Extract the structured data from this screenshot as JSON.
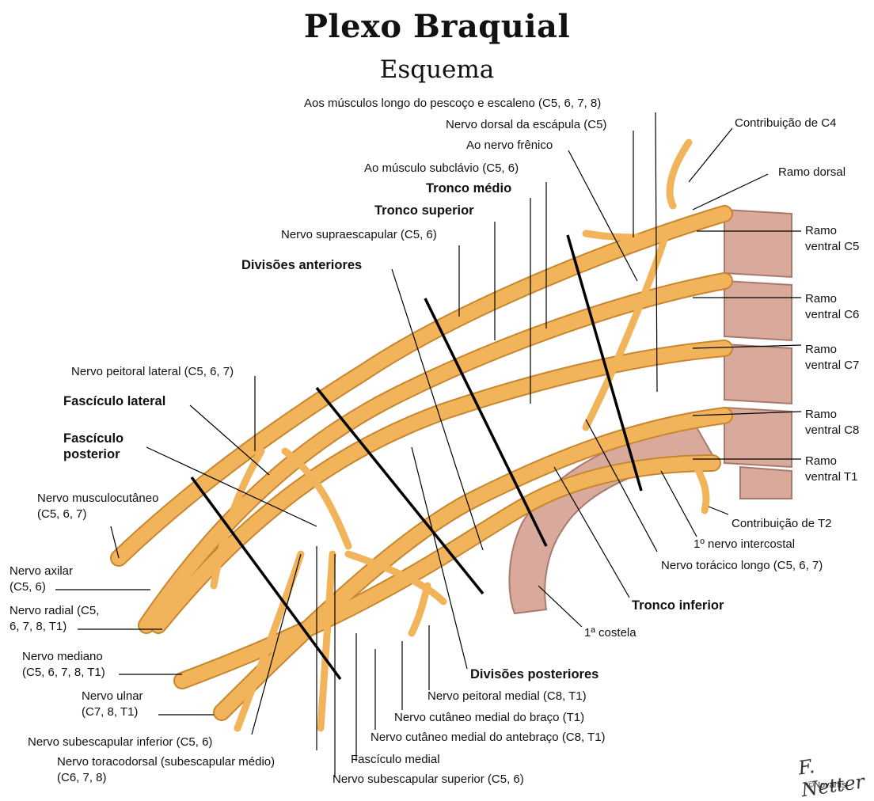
{
  "title": "Plexo Braquial",
  "subtitle": "Esquema",
  "labels": {
    "longo_pescoco": "Aos músculos longo do pescoço e escaleno (C5, 6, 7, 8)",
    "dorsal_escapula": "Nervo dorsal da escápula (C5)",
    "frenico": "Ao nervo frênico",
    "subclavio": "Ao músculo subclávio (C5, 6)",
    "tronco_medio": "Tronco médio",
    "tronco_superior": "Tronco superior",
    "supraescapular": "Nervo supraescapular (C5, 6)",
    "divisoes_anteriores": "Divisões anteriores",
    "peitoral_lateral": "Nervo peitoral lateral (C5, 6, 7)",
    "fasciculo_lateral": "Fascículo lateral",
    "fasciculo_posterior": "Fascículo\nposterior",
    "musculocutaneo": "Nervo musculocutâneo\n(C5, 6, 7)",
    "axilar": "Nervo axilar\n(C5, 6)",
    "radial": "Nervo radial (C5,\n6, 7, 8, T1)",
    "mediano": "Nervo mediano\n(C5, 6, 7, 8, T1)",
    "ulnar": "Nervo ulnar\n(C7, 8, T1)",
    "subescapular_inferior": "Nervo subescapular inferior (C5, 6)",
    "toracodorsal": "Nervo toracodorsal (subescapular médio)\n(C6, 7, 8)",
    "fasciculo_medial": "Fascículo medial",
    "subescapular_superior": "Nervo subescapular superior (C5, 6)",
    "cutaneo_antebraco": "Nervo cutâneo medial do antebraço (C8, T1)",
    "cutaneo_braco": "Nervo cutâneo medial do braço (T1)",
    "peitoral_medial": "Nervo peitoral medial (C8, T1)",
    "divisoes_posteriores": "Divisões posteriores",
    "primeira_costela": "1ª costela",
    "tronco_inferior": "Tronco inferior",
    "toracico_longo": "Nervo torácico longo (C5, 6, 7)",
    "primeiro_intercostal": "1º nervo intercostal",
    "contribuicao_t2": "Contribuição de T2",
    "contribuicao_c4": "Contribuição de C4",
    "ramo_dorsal": "Ramo dorsal",
    "ramo_c5": "Ramo\nventral C5",
    "ramo_c6": "Ramo\nventral C6",
    "ramo_c7": "Ramo\nventral C7",
    "ramo_c8": "Ramo\nventral C8",
    "ramo_t1": "Ramo\nventral T1"
  },
  "signature": "F. Netter",
  "copyright": "©Novartis",
  "colors": {
    "nerve": "#f2b45a",
    "nerve_edge": "#c8862e",
    "bone": "#d9aa9c",
    "bone_edge": "#a97a6c",
    "leader": "#000000"
  }
}
